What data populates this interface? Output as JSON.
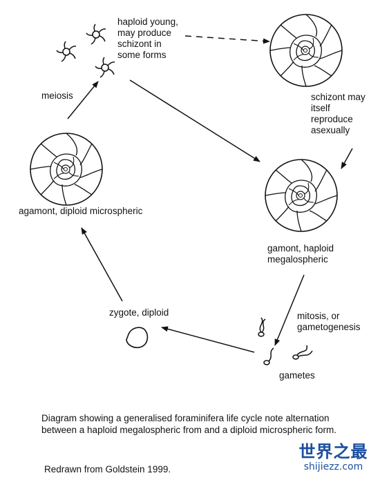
{
  "labels": {
    "haploid_young": "haploid young,\nmay produce\nschizont in\nsome forms",
    "meiosis": "meiosis",
    "schizont": "schizont may\nitself\nreproduce\nasexually",
    "agamont": "agamont, diploid microspheric",
    "gamont": "gamont, haploid\nmegalospheric",
    "zygote": "zygote, diploid",
    "mitosis": "mitosis, or\ngametogenesis",
    "gametes": "gametes"
  },
  "caption": "Diagram showing a generalised foraminifera life cycle note alternation between a haploid megalospheric from and a diploid microspheric form.",
  "credit": "Redrawn from Goldstein 1999.",
  "watermark": {
    "main": "世界之最",
    "url": "shijiezz.com",
    "color": "#1a4fa0"
  }
}
